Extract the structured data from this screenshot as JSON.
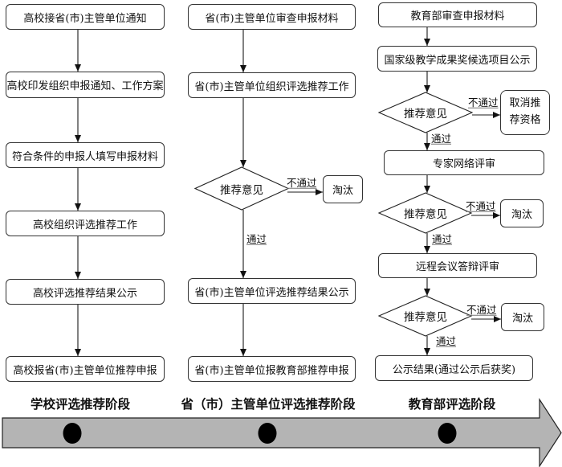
{
  "colors": {
    "line": "#1a1a1a",
    "box_border": "#333333",
    "timeline_fill": "#b4b4b4",
    "timeline_stroke": "#222222",
    "timeline_dot": "#000000"
  },
  "school_stage": {
    "steps": [
      "高校接省(市)主管单位通知",
      "高校印发组织申报通知、工作方案",
      "符合条件的申报人填写申报材料",
      "高校组织评选推荐工作",
      "高校评选推荐结果公示",
      "高校报省(市)主管单位推荐申报"
    ]
  },
  "provincial_stage": {
    "steps": [
      "省(市)主管单位审查申报材料",
      "省(市)主管单位组织评选推荐工作",
      "省(市)主管单位评选推荐结果公示",
      "省(市)主管单位报教育部推荐申报"
    ],
    "decisions": [
      {
        "label": "推荐意见",
        "fail_label": "不通过",
        "fail_result": "淘汰",
        "pass_label": "通过"
      }
    ]
  },
  "ministry_stage": {
    "steps": [
      "教育部审查申报材料",
      "国家级教学成果奖候选项目公示",
      "专家网络评审",
      "远程会议答辩评审",
      "公示结果(通过公示后获奖)"
    ],
    "decisions": [
      {
        "label": "推荐意见",
        "fail_label": "不通过",
        "fail_result": "取消推荐资格",
        "pass_label": "通过"
      },
      {
        "label": "推荐意见",
        "fail_label": "不通过",
        "fail_result": "淘汰",
        "pass_label": "通过"
      },
      {
        "label": "推荐意见",
        "fail_label": "不通过",
        "fail_result": "淘汰",
        "pass_label": "通过"
      }
    ]
  },
  "timeline": {
    "stages": [
      "学校评选推荐阶段",
      "省（市）主管单位评选推荐阶段",
      "教育部评选阶段"
    ]
  }
}
